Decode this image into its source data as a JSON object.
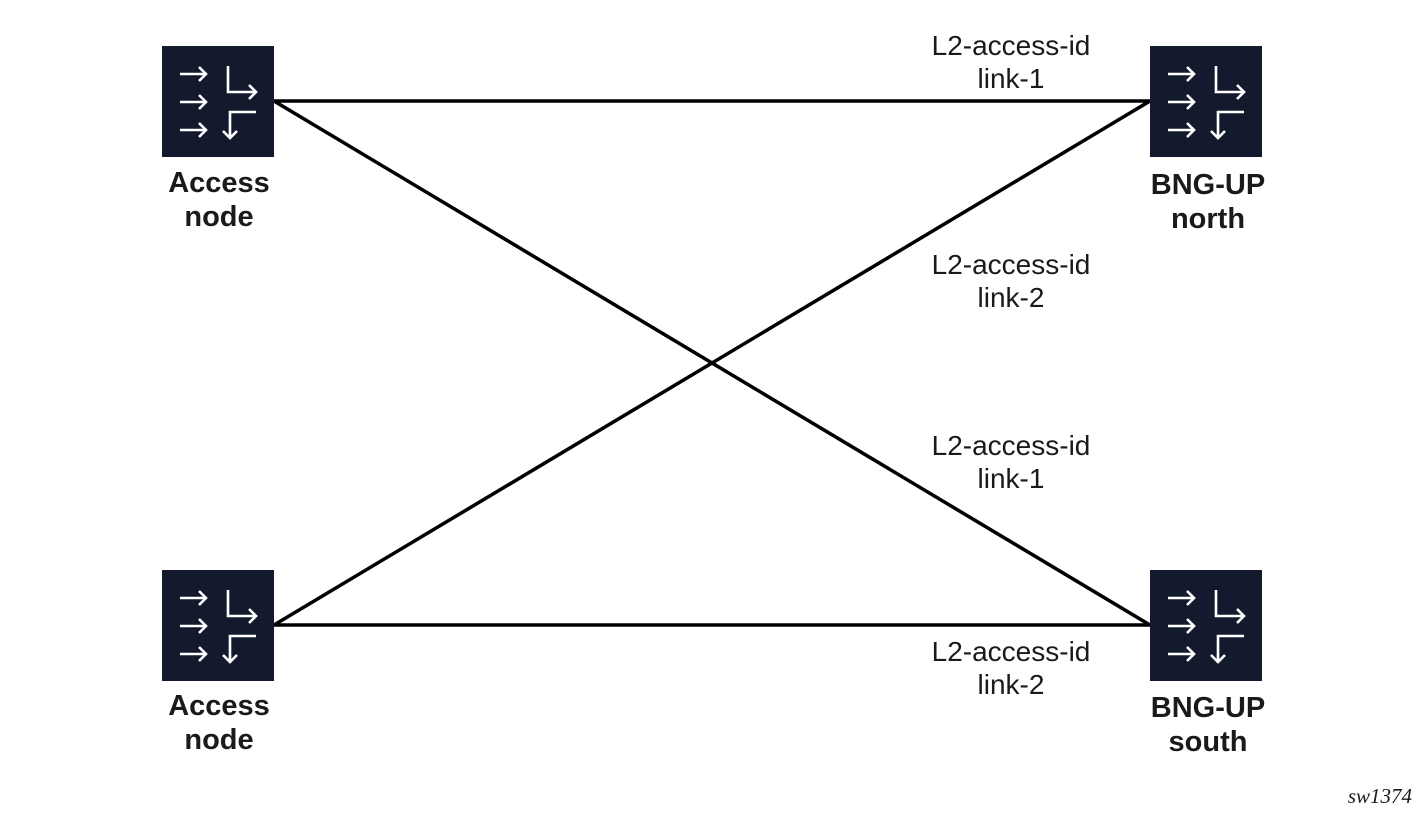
{
  "nodes": {
    "access_node_top": {
      "line1": "Access",
      "line2": "node",
      "icon": "router-icon"
    },
    "access_node_bottom": {
      "line1": "Access",
      "line2": "node",
      "icon": "router-icon"
    },
    "bng_up_north": {
      "line1": "BNG-UP",
      "line2": "north",
      "icon": "router-icon"
    },
    "bng_up_south": {
      "line1": "BNG-UP",
      "line2": "south",
      "icon": "router-icon"
    }
  },
  "links": {
    "top_to_north": {
      "line1": "L2-access-id",
      "line2": "link-1"
    },
    "bottom_to_north": {
      "line1": "L2-access-id",
      "line2": "link-2"
    },
    "top_to_south": {
      "line1": "L2-access-id",
      "line2": "link-1"
    },
    "bottom_to_south": {
      "line1": "L2-access-id",
      "line2": "link-2"
    }
  },
  "figure_id": "sw1374",
  "colors": {
    "router_fill": "#141a2e",
    "line": "#000000",
    "text": "#1a1a1a"
  }
}
